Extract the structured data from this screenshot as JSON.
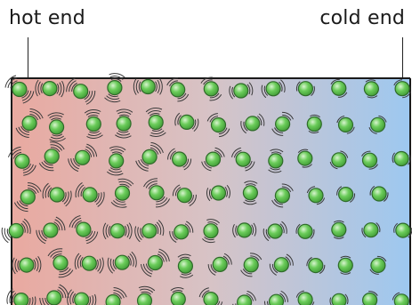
{
  "labels": {
    "hot_end": "hot end",
    "cold_end": "cold end"
  },
  "colors": {
    "hot": "#e9a9a0",
    "middle": "#d7c3c6",
    "cold": "#9dc8f0",
    "particle_fill": "#6bcc5a",
    "particle_highlight": "#d8f4cf",
    "particle_edge": "#2f6a2a",
    "vibration_arcs": "#3a3a3a",
    "border": "#1a1a1a"
  },
  "particles": {
    "description_hot_end": "strongly vibrating particles",
    "description_cold_end": "weakly vibrating particles"
  }
}
